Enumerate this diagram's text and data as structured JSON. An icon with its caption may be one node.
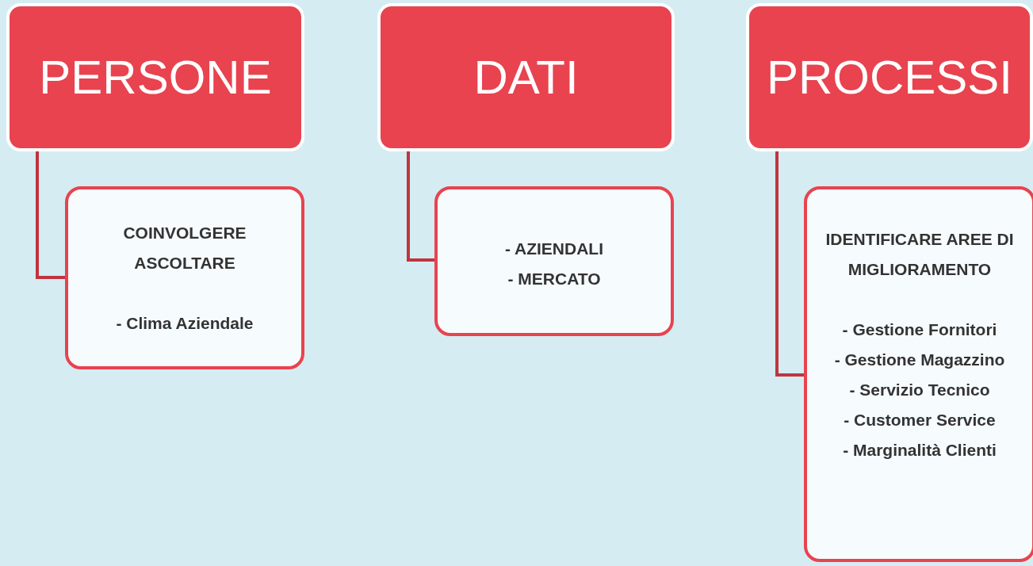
{
  "diagram": {
    "nodes": [
      {
        "text": [
          "PERSONE"
        ]
      },
      {
        "text": [
          "COINVOLGERE ASCOLTARE",
          "- Clima Aziendale"
        ]
      },
      {
        "text": [
          "DATI"
        ]
      },
      {
        "text": [
          "- AZIENDALI",
          "- MERCATO"
        ]
      },
      {
        "text": [
          "PROCESSI"
        ]
      },
      {
        "text": [
          "IDENTIFICARE AREE DI MIGLIORAMENTO",
          "- Gestione Fornitori",
          "- Gestione Magazzino",
          "- Servizio Tecnico",
          "- Customer Service",
          "- Marginalità Clienti"
        ]
      }
    ],
    "edges": [
      {
        "from": 0,
        "to": 1,
        "arrow": "none"
      },
      {
        "from": 2,
        "to": 3,
        "arrow": "none"
      },
      {
        "from": 4,
        "to": 5,
        "arrow": "none"
      }
    ]
  }
}
